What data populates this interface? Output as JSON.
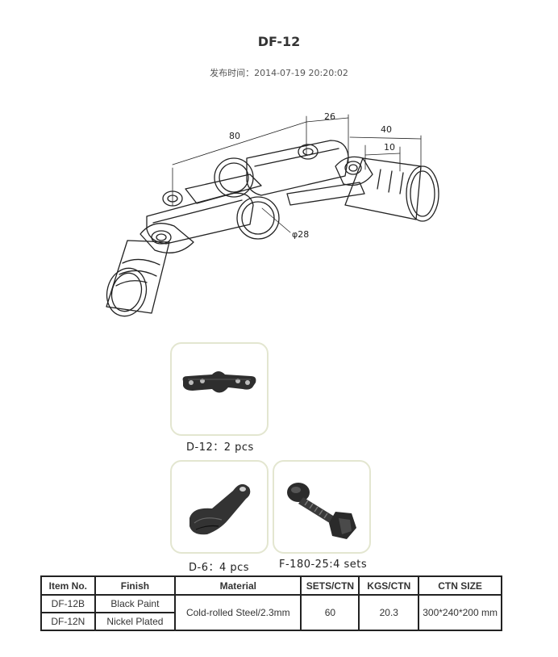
{
  "page": {
    "title": "DF-12",
    "published_label": "发布时间：",
    "published_time": "2014-07-19 20:20:02"
  },
  "drawing": {
    "dim_80": "80",
    "dim_26": "26",
    "dim_40": "40",
    "dim_10": "10",
    "dim_phi28": "φ28"
  },
  "parts": [
    {
      "caption": "D-12：2 pcs",
      "icon": "double-clamp-plate"
    },
    {
      "caption": "D-6：4 pcs",
      "icon": "single-clamp-plate"
    },
    {
      "caption": "F-180-25:4 sets",
      "icon": "bolt-nut"
    }
  ],
  "table": {
    "headers": [
      "Item No.",
      "Finish",
      "Material",
      "SETS/CTN",
      "KGS/CTN",
      "CTN SIZE"
    ],
    "rows": [
      {
        "item": "DF-12B",
        "finish": "Black Paint"
      },
      {
        "item": "DF-12N",
        "finish": "Nickel Plated"
      }
    ],
    "material": "Cold-rolled Steel/2.3mm",
    "sets_ctn": "60",
    "kgs_ctn": "20.3",
    "ctn_size": "300*240*200 mm"
  }
}
